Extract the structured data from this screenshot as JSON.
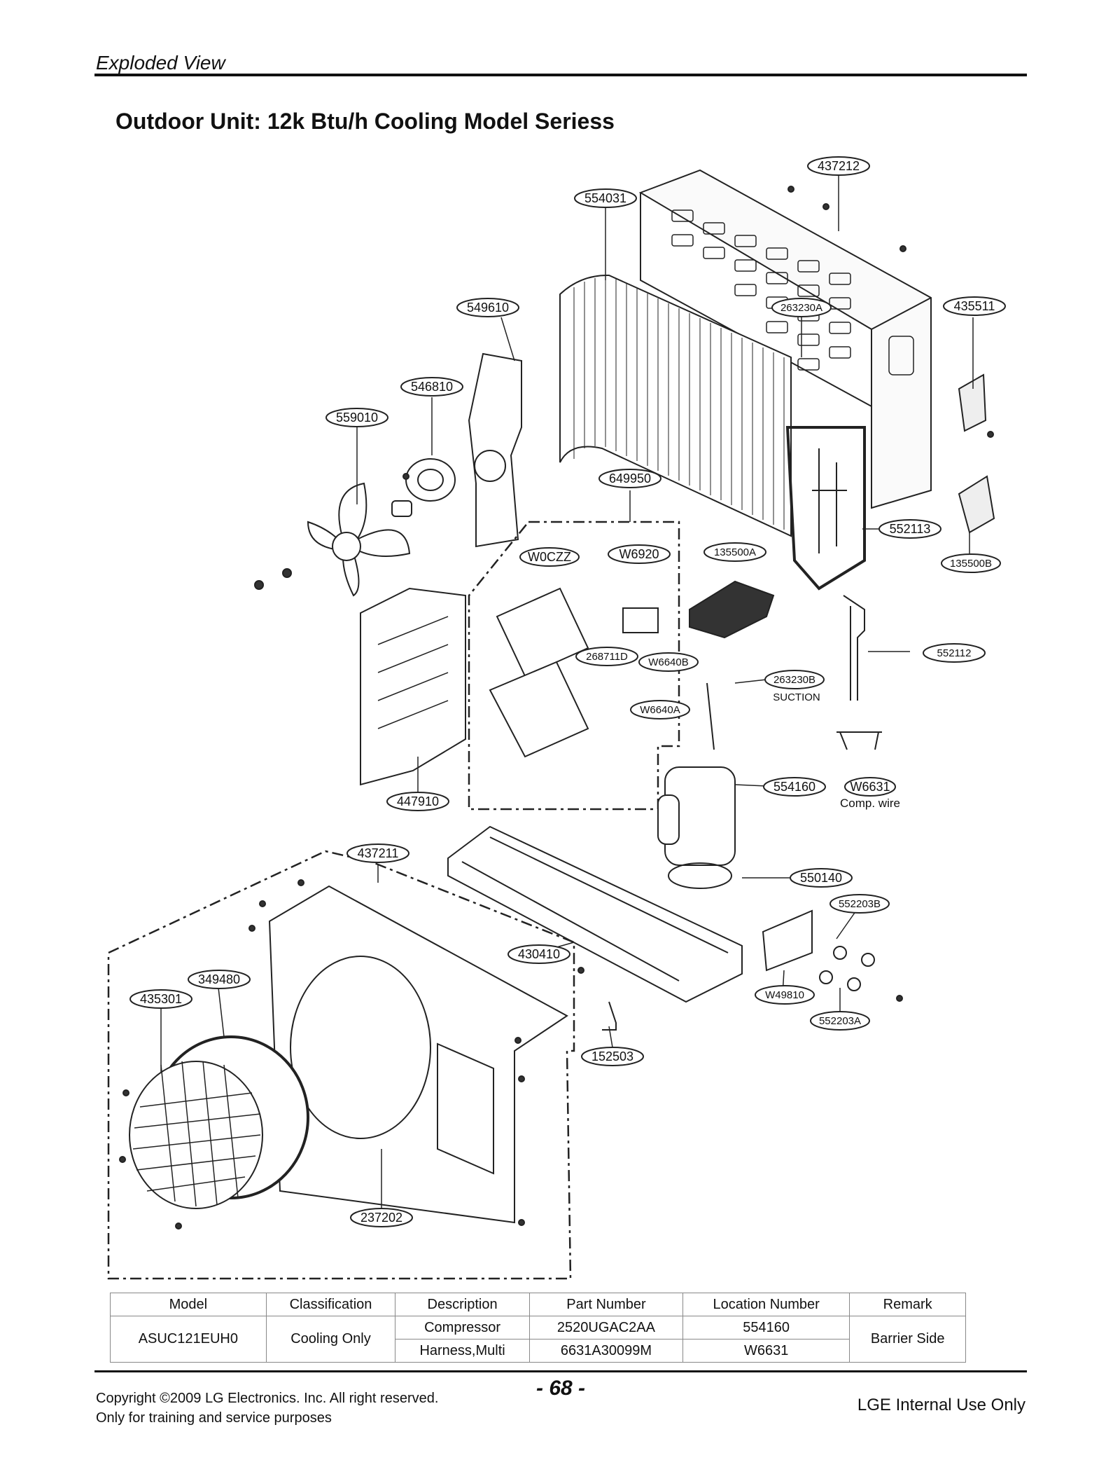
{
  "header": {
    "section": "Exploded View",
    "title": "Outdoor Unit: 12k Btu/h Cooling Model Seriess"
  },
  "diagram": {
    "callouts": [
      "437212",
      "554031",
      "549610",
      "263230A",
      "435511",
      "546810",
      "559010",
      "649950",
      "552113",
      "W0CZZ",
      "W6920",
      "135500A",
      "135500B",
      "268711D",
      "W6640B",
      "263230B",
      "W6640A",
      "552112",
      "554160",
      "W6631",
      "447910",
      "437211",
      "550140",
      "552203B",
      "430410",
      "349480",
      "435301",
      "W49810",
      "552203A",
      "152503",
      "237202"
    ],
    "notes": {
      "suction": "SUCTION",
      "comp_wire": "Comp. wire"
    }
  },
  "parts_table": {
    "headers": [
      "Model",
      "Classification",
      "Description",
      "Part Number",
      "Location Number",
      "Remark"
    ],
    "model": "ASUC121EUH0",
    "classification": "Cooling Only",
    "remark": "Barrier Side",
    "rows": [
      {
        "description": "Compressor",
        "part_number": "2520UGAC2AA",
        "location": "554160"
      },
      {
        "description": "Harness,Multi",
        "part_number": "6631A30099M",
        "location": "W6631"
      }
    ]
  },
  "footer": {
    "copyright_line1": "Copyright ©2009 LG Electronics. Inc. All right reserved.",
    "copyright_line2": "Only for training and service purposes",
    "page_number": "- 68 -",
    "internal": "LGE Internal Use Only"
  }
}
